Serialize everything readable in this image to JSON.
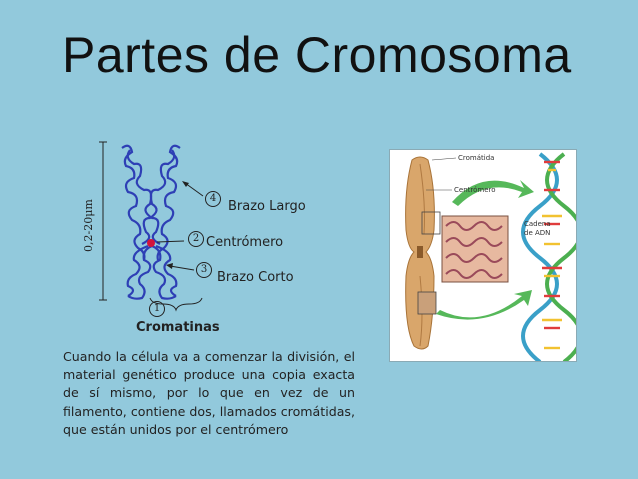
{
  "slide": {
    "title": "Partes de Cromosoma",
    "diagram": {
      "scale_label": "0,2-20μm",
      "labels": [
        {
          "num": "4",
          "text": "Brazo Largo"
        },
        {
          "num": "2",
          "text": "Centrómero"
        },
        {
          "num": "3",
          "text": "Brazo Corto"
        },
        {
          "num": "1",
          "text": "Cromatinas"
        }
      ]
    },
    "description": "Cuando la célula va a comenzar la división, el material genético produce una copia exacta de sí mismo, por lo que en vez de un filamento, contiene dos, llamados cromátidas, que están unidos por el centrómero",
    "photo": {
      "labels": {
        "cromatida": "Cromátida",
        "centromero": "Centrómero",
        "cadena": "Cadena",
        "de_adn": "de ADN"
      }
    },
    "colors": {
      "background": "#92c9dc",
      "chromosome": "#2e3fb5",
      "centromere": "#d4143c",
      "dna_strand_a": "#3aa0c8",
      "dna_strand_b": "#4caf50",
      "arrow": "#56b85a"
    }
  }
}
